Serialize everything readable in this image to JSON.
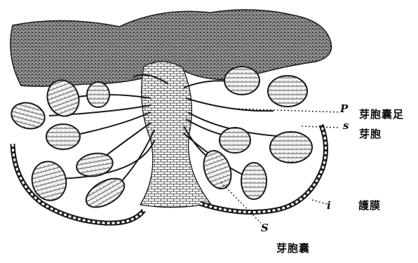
{
  "labels": {
    "p_marker": "P",
    "p_text": "芽胞囊足",
    "s_marker": "s",
    "s_text": "芽胞",
    "i_marker": "i",
    "i_text": "護膜",
    "S_marker": "S",
    "S_text": "芽胞囊"
  },
  "colors": {
    "ink": "#1a1a1a",
    "tissue": "#555555",
    "paper": "#ffffff"
  }
}
